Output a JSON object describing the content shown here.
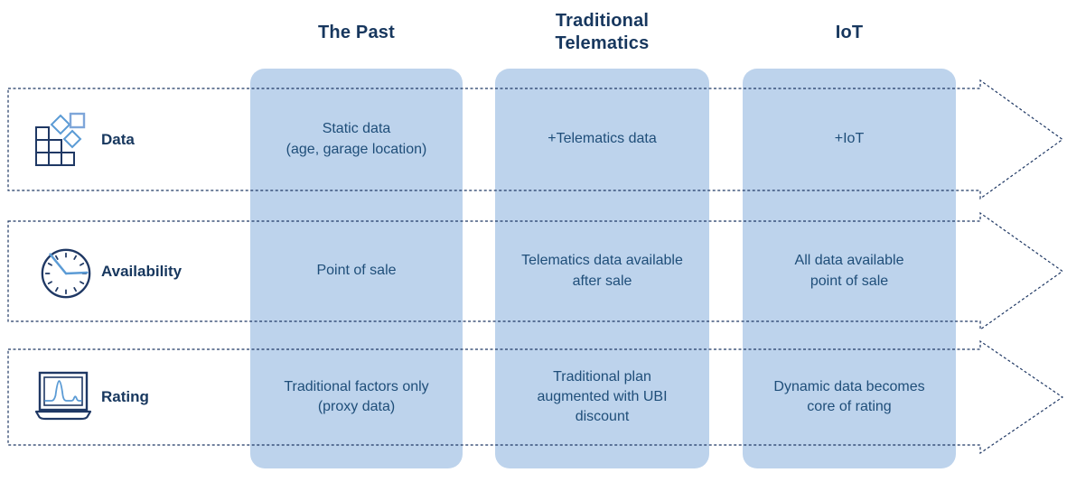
{
  "colors": {
    "column_fill": "#BDD3EC",
    "heading_text": "#17375E",
    "body_text": "#1F4E79",
    "arrow_outline": "#1F3864",
    "icon_dark": "#1F3864",
    "icon_accent": "#5B9BD5"
  },
  "columns": [
    {
      "label": "The Past"
    },
    {
      "label": "Traditional\nTelematics"
    },
    {
      "label": "IoT"
    }
  ],
  "rows": [
    {
      "label": "Data",
      "icon": "data-grid-icon",
      "cells": [
        "Static data\n(age, garage location)",
        "+Telematics data",
        "+IoT"
      ]
    },
    {
      "label": "Availability",
      "icon": "clock-icon",
      "cells": [
        "Point of sale",
        "Telematics data available\nafter sale",
        "All data available\npoint of sale"
      ]
    },
    {
      "label": "Rating",
      "icon": "laptop-chart-icon",
      "cells": [
        "Traditional factors only\n(proxy data)",
        "Traditional plan\naugmented with UBI\ndiscount",
        "Dynamic data becomes\ncore of rating"
      ]
    }
  ]
}
